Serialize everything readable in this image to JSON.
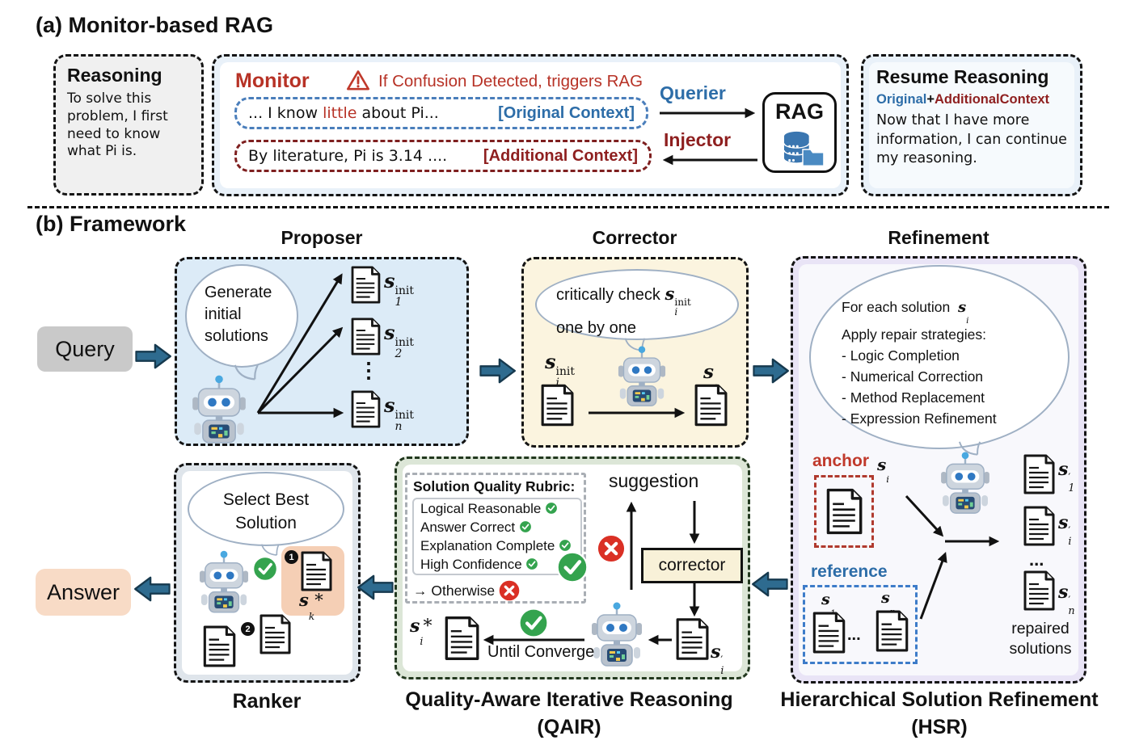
{
  "palette": {
    "monitor_red": "#b73226",
    "context_blue": "#2d6da8",
    "context_dark_red": "#8e1f1f",
    "block_arrow": "#2e6b8f",
    "success_green": "#34a34e",
    "error_red": "#da3025",
    "query_gray": "#c9c9c9",
    "answer_peach": "#f8dbc6",
    "highlight_peach": "#f5cfb5",
    "proposer_bg": "#dcebf7",
    "corrector_bg": "#fbf4df",
    "refinement_bg": "#e9e4f6",
    "qair_bg": "#dce6d7",
    "ranker_bg": "#dfe5eb",
    "monitor_bg": "#e9f1f9"
  },
  "section_a": {
    "title": "(a)  Monitor-based RAG",
    "reasoning": {
      "title": "Reasoning",
      "body": "To solve this problem, I first need to know what Pi is."
    },
    "monitor": {
      "label": "Monitor",
      "alert": "If Confusion Detected, triggers RAG",
      "original": {
        "pre": "... I know ",
        "highlight": "little",
        "post": " about Pi...",
        "tag": "[Original Context]"
      },
      "additional": {
        "text": "By literature, Pi is 3.14 ....",
        "tag": "[Additional Context]"
      },
      "querier": "Querier",
      "injector": "Injector",
      "rag": "RAG"
    },
    "resume": {
      "title": "Resume Reasoning",
      "original": "Original",
      "plus": "+",
      "additional": "AdditionalContext",
      "body": "Now that I have more information, I can continue my reasoning."
    }
  },
  "section_b": {
    "title": "(b) Framework",
    "query": "Query",
    "answer": "Answer",
    "proposer": {
      "label": "Proposer",
      "bubble": "Generate initial solutions",
      "docs": [
        {
          "base": "s",
          "sub": "1",
          "sup": "init"
        },
        {
          "base": "s",
          "sub": "2",
          "sup": "init"
        },
        {
          "base": "s",
          "sub": "n",
          "sup": "init"
        }
      ],
      "vdots": "⋮"
    },
    "corrector": {
      "label": "Corrector",
      "bubble_pre": "critically check ",
      "bubble_math": {
        "base": "s",
        "sub": "i",
        "sup": "init"
      },
      "bubble_line2": "one by one",
      "input_label": {
        "base": "s",
        "sub": "i",
        "sup": "init"
      },
      "output_label": {
        "base": "s",
        "sub": "i"
      }
    },
    "refinement": {
      "label": "Refinement",
      "bubble_line1": "For each solution",
      "bubble_math": {
        "base": "s",
        "sub": "i"
      },
      "bubble_lines": [
        "Apply repair strategies:",
        "- Logic Completion",
        "- Numerical Correction",
        "- Method Replacement",
        "- Expression Refinement"
      ],
      "anchor_label": "anchor",
      "anchor_math": {
        "base": "s",
        "sub": "i"
      },
      "reference_label": "reference",
      "ref_docs": [
        {
          "base": "s",
          "sub": "1"
        },
        {
          "base": "s",
          "sub": "n"
        }
      ],
      "dots": "...",
      "out_docs": [
        {
          "base": "s",
          "sub": "1",
          "sup": "′"
        },
        {
          "base": "s",
          "sub": "i",
          "sup": "′"
        },
        {
          "base": "s",
          "sub": "n",
          "sup": "′"
        }
      ],
      "repaired_line1": "repaired",
      "repaired_line2": "solutions",
      "hsr_line1": "Hierarchical Solution Refinement",
      "hsr_line2": "(HSR)"
    },
    "qair": {
      "rubric_title": "Solution Quality Rubric:",
      "rubric_items": [
        "Logical Reasonable",
        "Answer Correct",
        "Explanation Complete",
        "High Confidence"
      ],
      "otherwise": "→ Otherwise",
      "suggestion": "suggestion",
      "chip": "corrector",
      "until": "Until Converge",
      "si_star": {
        "base": "s",
        "sub": "i",
        "star": "*"
      },
      "si_prime": {
        "base": "s",
        "sub": "i",
        "sup": "′"
      },
      "label_line1": "Quality-Aware Iterative Reasoning",
      "label_line2": "(QAIR)"
    },
    "ranker": {
      "label": "Ranker",
      "bubble_line1": "Select Best",
      "bubble_line2": "Solution",
      "badge1": "1",
      "badge2": "2",
      "best_label": {
        "base": "s",
        "sub": "k",
        "star": "*"
      }
    }
  }
}
